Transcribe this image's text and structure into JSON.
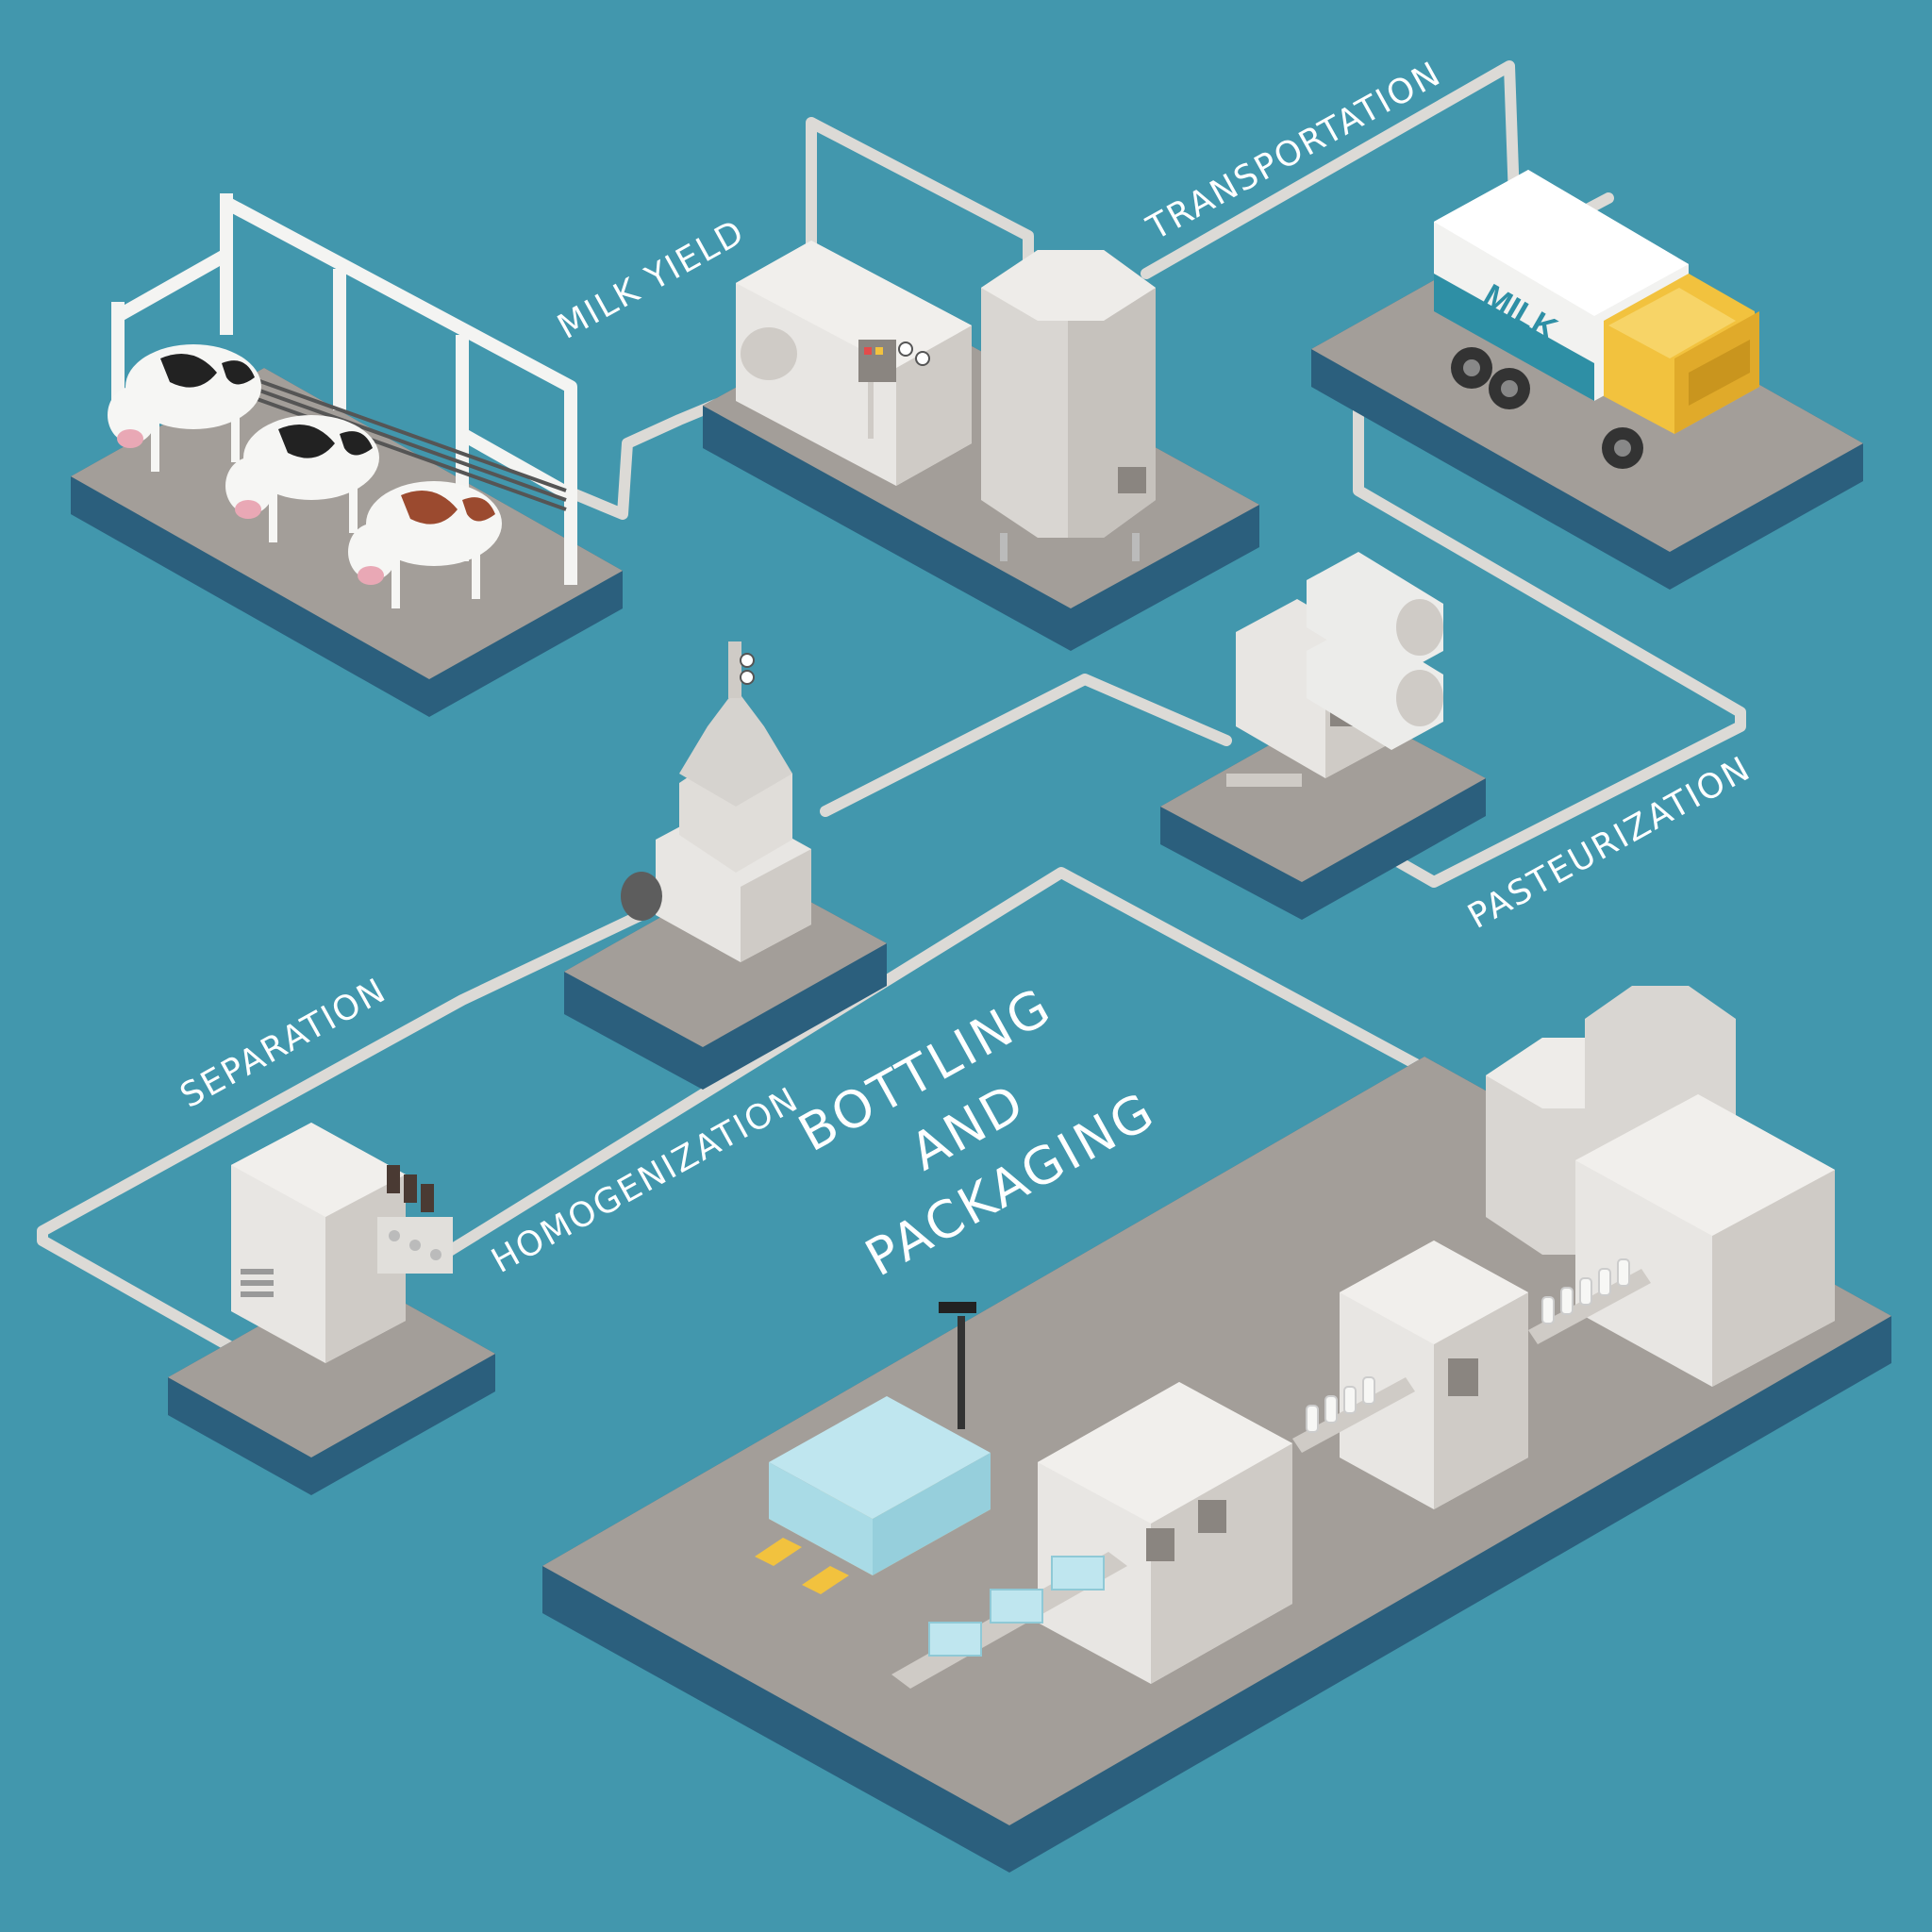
{
  "diagram": {
    "stages": {
      "milk_yield": "MILK YIELD",
      "transportation": "TRANSPORTATION",
      "pasteurization": "PASTEURIZATION",
      "separation": "SEPARATION",
      "homogenization": "HOMOGENIZATION"
    },
    "final_stage": {
      "line1": "BOTTLING",
      "line2": "AND",
      "line3": "PACKAGING"
    },
    "truck_tank_label": "MILK"
  },
  "colors": {
    "background": "#4297ad",
    "platform_top": "#a39e99",
    "platform_side": "#2b5f7d",
    "machine_light": "#e8e6e3",
    "machine_mid": "#cfcbc6",
    "machine_dark": "#b5b0ab",
    "pipe": "#dcdad6",
    "truck_cab": "#f2c23e",
    "cow_spots_black": "#222222",
    "cow_spots_brown": "#9b4a2f",
    "bottle": "#bfe6ef",
    "pallet": "#e8c98f"
  }
}
